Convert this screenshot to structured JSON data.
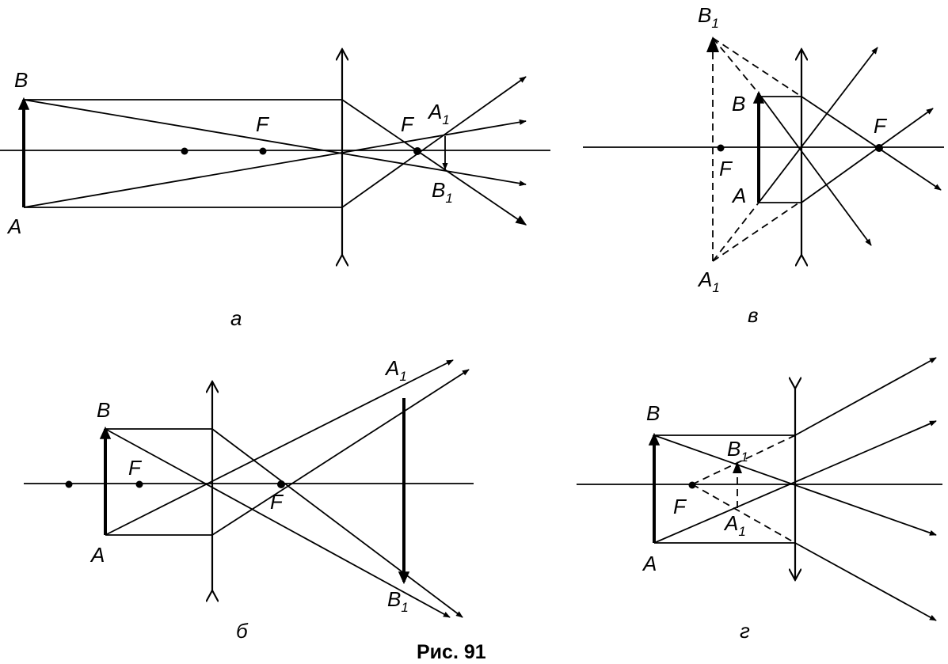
{
  "figure_title": "Рис. 91",
  "panels": {
    "a": {
      "caption": "а",
      "labels": {
        "B": "B",
        "A": "A",
        "F_left": "F",
        "F_right": "F",
        "A1": "A",
        "B1": "B",
        "sub": "1"
      }
    },
    "b": {
      "caption": "б",
      "labels": {
        "B": "B",
        "A": "A",
        "F_left": "F",
        "F_right": "F",
        "A1": "A",
        "B1": "B",
        "sub": "1"
      }
    },
    "v": {
      "caption": "в",
      "labels": {
        "B": "B",
        "A": "A",
        "F_left": "F",
        "F_right": "F",
        "A1": "A",
        "B1": "B",
        "sub": "1"
      }
    },
    "g": {
      "caption": "г",
      "labels": {
        "B": "B",
        "A": "A",
        "F_left": "F",
        "A1": "A",
        "B1": "B",
        "sub": "1"
      }
    }
  }
}
